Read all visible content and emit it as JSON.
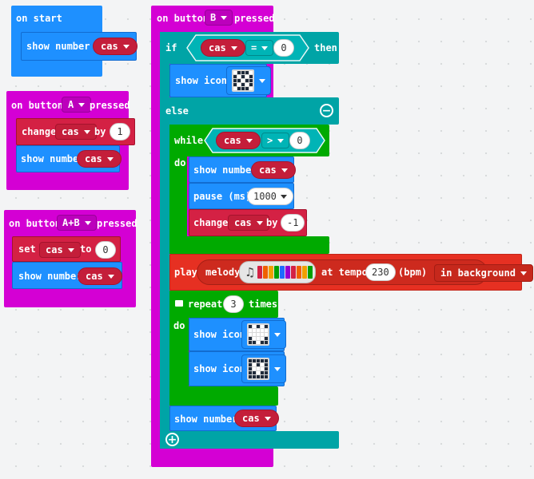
{
  "var_name": "cas",
  "on_start": {
    "header": "on start",
    "show_number": "show number"
  },
  "button_a": {
    "on_button": "on button",
    "button": "A",
    "pressed": "pressed",
    "change": "change",
    "by": "by",
    "change_value": "1",
    "show_number": "show number"
  },
  "button_ab": {
    "on_button": "on button",
    "button": "A+B",
    "pressed": "pressed",
    "set": "set",
    "to": "to",
    "set_value": "0",
    "show_number": "show number"
  },
  "button_b": {
    "on_button": "on button",
    "button": "B",
    "pressed": "pressed",
    "if": "if",
    "op": "=",
    "compare_value": "0",
    "then": "then",
    "show_icon": "show icon",
    "else": "else",
    "while": "while",
    "while_op": ">",
    "while_value": "0",
    "do": "do",
    "show_number": "show number",
    "pause": "pause (ms)",
    "pause_value": "1000",
    "change": "change",
    "by": "by",
    "change_value": "-1",
    "play": "play",
    "melody": "melody",
    "at_tempo": "at tempo",
    "tempo_value": "230",
    "bpm": "(bpm)",
    "background": "in background",
    "repeat": "repeat",
    "repeat_count": "3",
    "times": "times",
    "do2": "do",
    "show_icon_1": "show icon",
    "show_icon_2": "show icon",
    "show_number_2": "show number"
  },
  "colors": {
    "event": "#d400d4",
    "basic": "#1e90ff",
    "variables": "#d42144",
    "logic": "#00a4a6",
    "loops": "#00aa00",
    "music": "#e63022"
  },
  "melody_note_colors": [
    "#d42144",
    "#f06000",
    "#f0a000",
    "#00a000",
    "#1e6bff",
    "#9400d3",
    "#d42144",
    "#f06000",
    "#f0a000",
    "#00a000"
  ],
  "icons": {
    "if_icon": "no-icon",
    "repeat_icon_1": "heart-icon",
    "repeat_icon_2": "small-heart-icon"
  }
}
